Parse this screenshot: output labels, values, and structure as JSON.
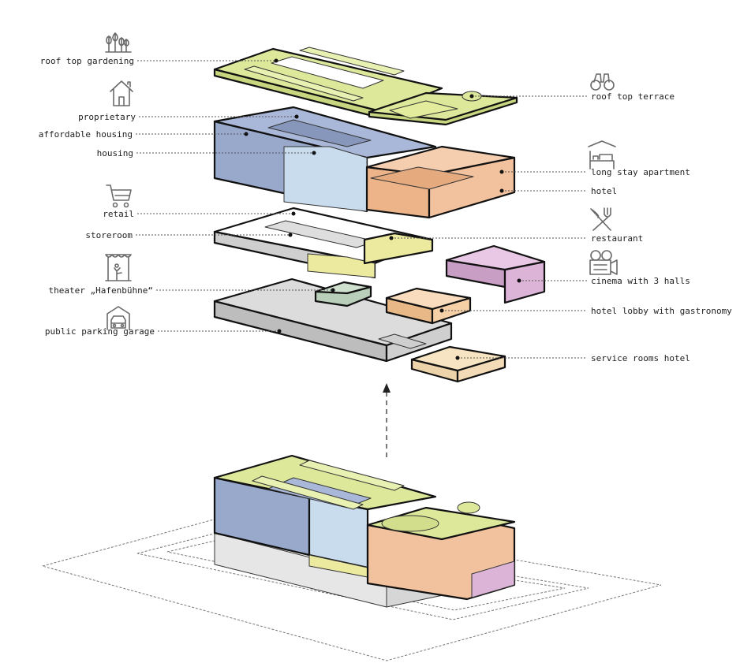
{
  "labels": {
    "roof_top_gardening": "roof top gardening",
    "proprietary": "proprietary",
    "affordable_housing": "affordable housing",
    "housing": "housing",
    "retail": "retail",
    "storeroom": "storeroom",
    "theater": "theater „Hafenbühne“",
    "public_parking_garage": "public parking garage",
    "roof_top_terrace": "roof top terrace",
    "long_stay_apartment": "long stay apartment",
    "hotel": "hotel",
    "restaurant": "restaurant",
    "cinema": "cinema with 3 halls",
    "hotel_lobby": "hotel lobby with gastronomy",
    "service_rooms_hotel": "service rooms hotel"
  },
  "icons": {
    "roof_top_gardening": "plant-icon",
    "proprietary": "house-icon",
    "retail": "cart-icon",
    "theater": "theater-icon",
    "public_parking_garage": "car-icon",
    "roof_top_terrace": "binoculars-icon",
    "long_stay_apartment": "bed-icon",
    "restaurant": "cutlery-icon",
    "cinema": "film-camera-icon"
  },
  "colors": {
    "roof_green": "#dde89a",
    "housing_blue": "#a9b8d8",
    "housing_light_blue": "#c9dcee",
    "hotel_orange": "#f2c19e",
    "retail_yellow": "#ecea9e",
    "cinema_pink": "#dcb4d8",
    "lobby_orange": "#f5cfa6",
    "service_cream": "#f7e4c2",
    "parking_grey": "#d9d9d9",
    "theater_green": "#cfe0cf"
  }
}
